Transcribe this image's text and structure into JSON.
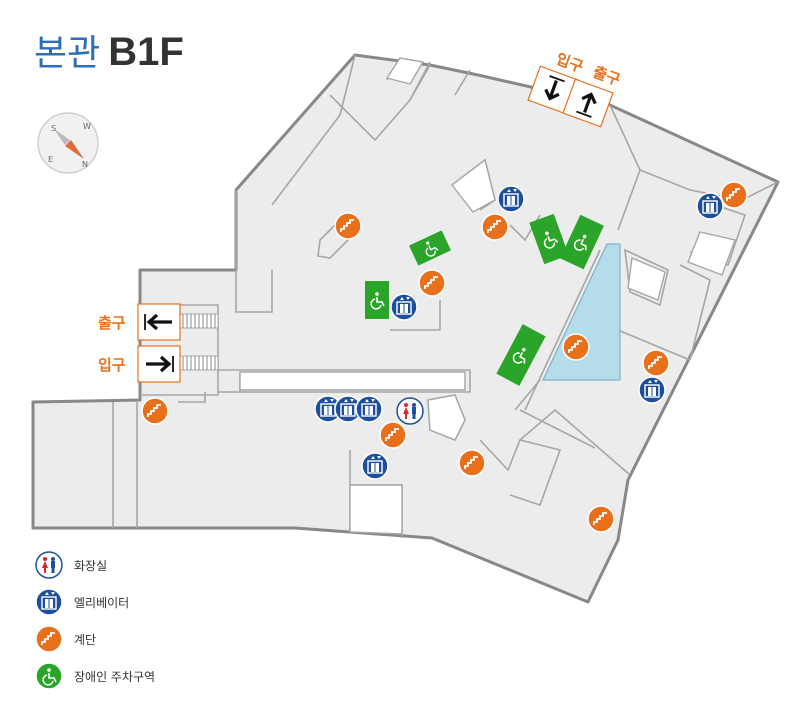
{
  "title": {
    "building": "본관",
    "floor": "B1F"
  },
  "compass": {
    "letters": [
      "S",
      "W",
      "E",
      "N"
    ]
  },
  "entrance_labels": {
    "top_in": "입구",
    "top_out": "출구",
    "left_out": "출구",
    "left_in": "입구"
  },
  "legend": [
    {
      "icon": "restroom-icon",
      "label": "화장실"
    },
    {
      "icon": "elevator-icon",
      "label": "엘리베이터"
    },
    {
      "icon": "stairs-icon",
      "label": "계단"
    },
    {
      "icon": "accessible-parking-icon",
      "label": "장애인 주차구역"
    }
  ],
  "colors": {
    "accent_orange": "#e8701a",
    "elevator_blue": "#1e4f9c",
    "parking_green": "#2aa52a",
    "pool_blue": "#b4dcea",
    "floor_gray": "#ececec",
    "title_blue": "#2c6fb7"
  }
}
